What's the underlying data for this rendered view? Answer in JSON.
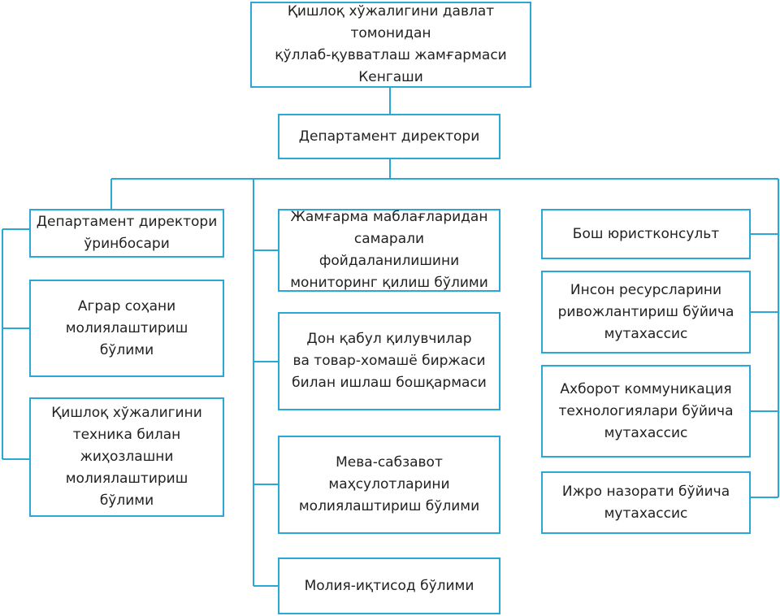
{
  "diagram": {
    "council": "Қишлоқ хўжалигини давлат томонидан\nқўллаб-қувватлаш жамғармаси\nКенгаши",
    "director": "Департамент директори",
    "left_column": {
      "deputy": "Департамент директори\nўринбосари",
      "agrar": "Аграр соҳани\nмолиялаштириш\nбўлими",
      "tech": "Қишлоқ хўжалигини\nтехника билан\nжиҳозлашни\nмолиялаштириш\nбўлими"
    },
    "middle_column": {
      "monitor": "Жамғарма маблағларидан\nсамарали фойдаланилишини\nмониторинг қилиш бўлими",
      "grain": "Дон қабул қилувчилар\nва товар-хомашё биржаси\nбилан ишлаш бошқармаси",
      "fruit": "Мева-сабзавот\nмаҳсулотларини\nмолиялаштириш бўлими",
      "finance": "Молия-иқтисод бўлими"
    },
    "right_column": {
      "legal": "Бош юристконсульт",
      "hr": "Инсон ресурсларини\nривожлантириш бўйича\nмутахассис",
      "ict": "Ахборот коммуникация\nтехнологиялари бўйича\nмутахассис",
      "control": "Ижро назорати бўйича\nмутахассис"
    },
    "line_color": "#2aa7d6"
  }
}
